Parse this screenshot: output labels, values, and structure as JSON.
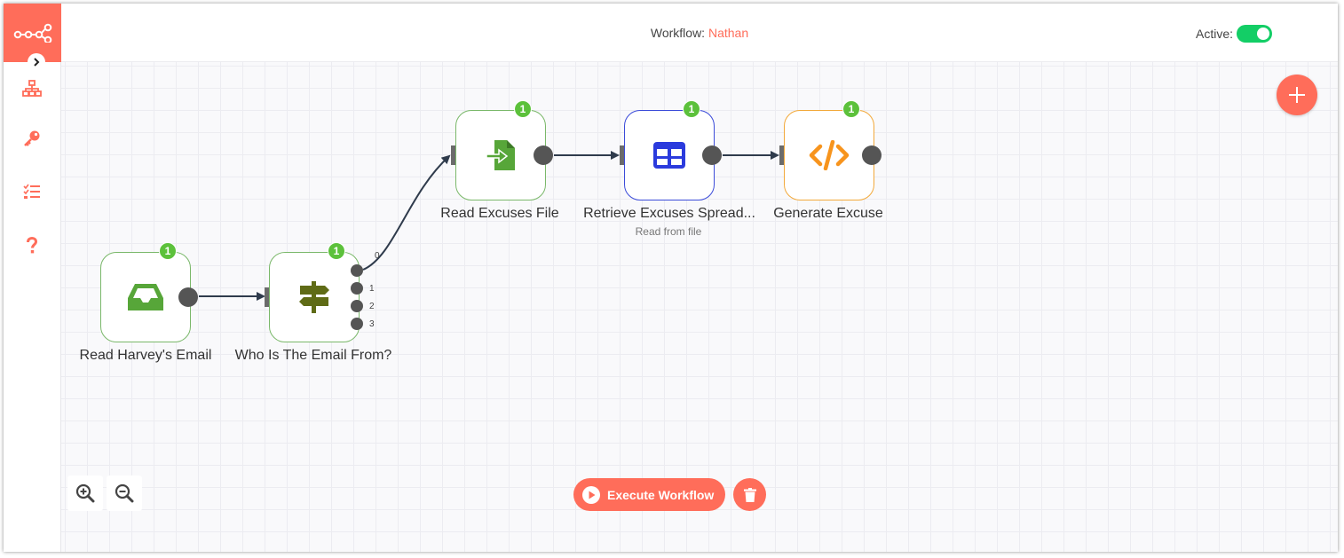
{
  "header": {
    "workflow_prefix": "Workflow:",
    "workflow_name": "Nathan",
    "active_label": "Active:",
    "active": true
  },
  "colors": {
    "accent": "#ff6d5a",
    "success": "#5cc13b",
    "toggle_on": "#13ce66"
  },
  "sidebar": {
    "items": [
      {
        "icon": "network-icon"
      },
      {
        "icon": "key-icon"
      },
      {
        "icon": "tasks-list-icon"
      },
      {
        "icon": "question-icon"
      }
    ]
  },
  "nodes": [
    {
      "id": "read-email",
      "label": "Read Harvey's Email",
      "badge": "1",
      "icon": "inbox-icon"
    },
    {
      "id": "switch",
      "label": "Who Is The Email From?",
      "badge": "1",
      "icon": "signpost-icon",
      "outputs": [
        "0",
        "1",
        "2",
        "3"
      ]
    },
    {
      "id": "read-file",
      "label": "Read Excuses File",
      "badge": "1",
      "icon": "file-import-icon"
    },
    {
      "id": "spreadsheet",
      "label": "Retrieve Excuses Spread...",
      "subtitle": "Read from file",
      "badge": "1",
      "icon": "table-icon"
    },
    {
      "id": "function",
      "label": "Generate Excuse",
      "badge": "1",
      "icon": "code-icon"
    }
  ],
  "footer": {
    "execute_label": "Execute Workflow"
  }
}
